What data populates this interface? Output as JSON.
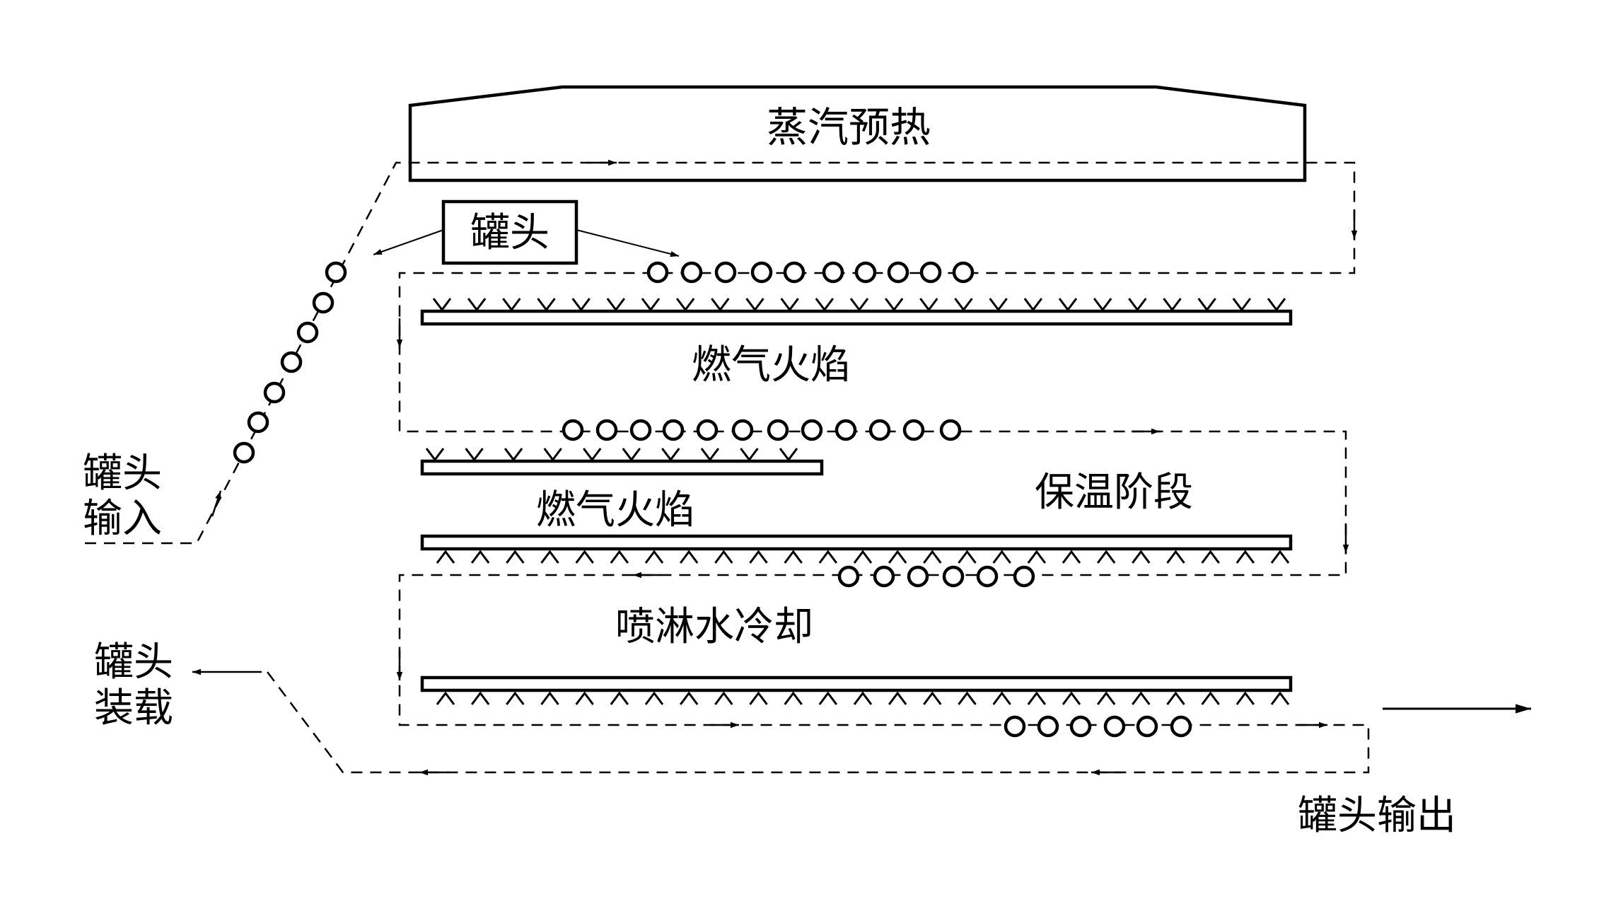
{
  "labels": {
    "steam_preheat": "蒸汽预热",
    "cans_box": "罐头",
    "gas_flame_upper": "燃气火焰",
    "gas_flame_middle": "燃气火焰",
    "holding_stage": "保温阶段",
    "spray_cooling": "喷淋水冷却",
    "can_input_line1": "罐头",
    "can_input_line2": "输入",
    "can_loading_line1": "罐头",
    "can_loading_line2": "装载",
    "can_output": "罐头输出"
  },
  "colors": {
    "ink": "#000000",
    "paper": "#ffffff"
  }
}
